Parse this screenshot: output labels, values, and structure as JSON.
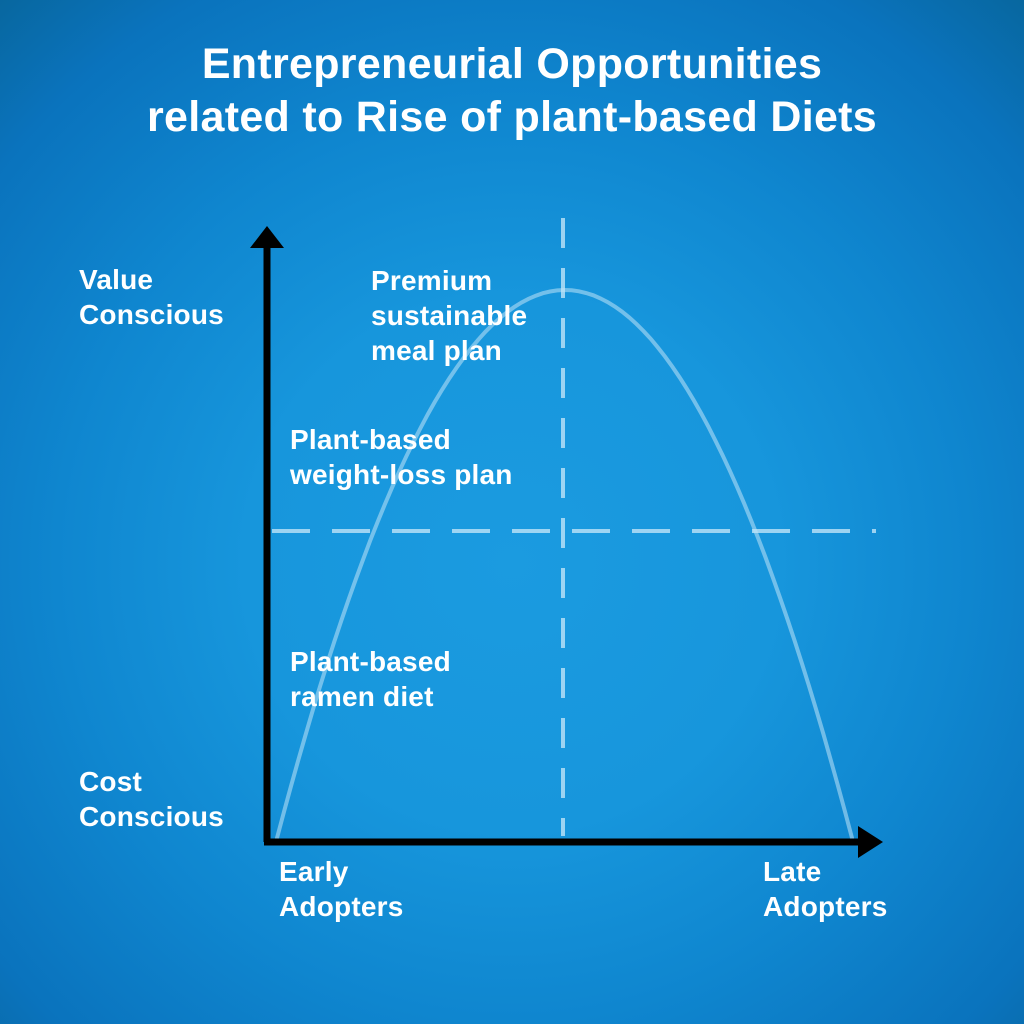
{
  "title": {
    "line1": "Entrepreneurial Opportunities",
    "line2": "related to Rise of plant-based Diets"
  },
  "axes": {
    "y_top": {
      "line1": "Value",
      "line2": "Conscious"
    },
    "y_bottom": {
      "line1": "Cost",
      "line2": "Conscious"
    },
    "x_left": {
      "line1": "Early",
      "line2": "Adopters"
    },
    "x_right": {
      "line1": "Late",
      "line2": "Adopters"
    }
  },
  "opportunities": [
    {
      "line1": "Premium",
      "line2": "sustainable",
      "line3": "meal plan"
    },
    {
      "line1": "Plant-based",
      "line2": "weight-loss plan"
    },
    {
      "line1": "Plant-based",
      "line2": "ramen diet"
    }
  ],
  "colors": {
    "background": "#1796dc",
    "text": "#ffffff",
    "axis": "#000000",
    "guides": "#bfe3f7"
  }
}
